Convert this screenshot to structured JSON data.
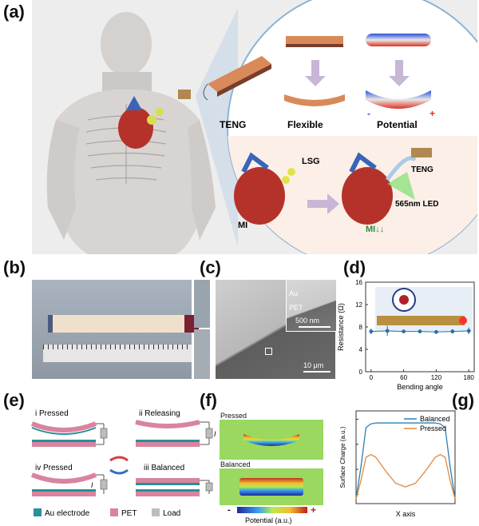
{
  "panel_labels": {
    "a": "(a)",
    "b": "(b)",
    "c": "(c)",
    "d": "(d)",
    "e": "(e)",
    "f": "(f)",
    "g": "(g)"
  },
  "panel_a": {
    "teng": "TENG",
    "flexible": "Flexible",
    "potential": "Potential",
    "minus": "-",
    "plus": "+",
    "lsg": "LSG",
    "mi": "MI",
    "teng2": "TENG",
    "led": "565nm LED",
    "mi_reduced": "MI↓↓"
  },
  "panel_c": {
    "au": "Au",
    "pet": "PET",
    "scale_inset": "500 nm",
    "scale_main": "10 μm"
  },
  "panel_e": {
    "s1": "i Pressed",
    "s2": "ii Releasing",
    "s3": "iii Balanced",
    "s4": "iv Pressed",
    "current": "I",
    "legend": [
      "Au electrode",
      "PET",
      "Load"
    ],
    "colors": {
      "au": "#2a8f9a",
      "pet": "#d9849e",
      "load": "#bdbdbd"
    }
  },
  "panel_f": {
    "pressed": "Pressed",
    "balanced": "Balanced",
    "colorbar_label": "Potential (a.u.)",
    "minus": "-",
    "plus": "+"
  },
  "chart_data": [
    {
      "type": "scatter",
      "panel": "d",
      "xlabel": "Bending angle",
      "ylabel": "Resistance (Ω)",
      "xlim": [
        -10,
        190
      ],
      "ylim": [
        0,
        16
      ],
      "xticks": [
        0,
        60,
        120,
        180
      ],
      "yticks": [
        0,
        4,
        8,
        12,
        16
      ],
      "x": [
        0,
        30,
        60,
        90,
        120,
        150,
        180
      ],
      "y": [
        7.2,
        7.3,
        7.2,
        7.2,
        7.1,
        7.2,
        7.3
      ],
      "err": [
        0.5,
        0.9,
        0.3,
        0.3,
        0.3,
        0.4,
        0.6
      ],
      "color": "#2a6fa8"
    },
    {
      "type": "line",
      "panel": "g",
      "xlabel": "X axis",
      "ylabel": "Surface Charge (a.u.)",
      "legend": [
        "Balanced",
        "Pressed"
      ],
      "legend_position": "top-right",
      "series": [
        {
          "name": "Balanced",
          "color": "#2a7fb5",
          "x": [
            0,
            0.05,
            0.1,
            0.15,
            0.2,
            0.3,
            0.4,
            0.5,
            0.6,
            0.7,
            0.8,
            0.85,
            0.9,
            0.95,
            1
          ],
          "y": [
            0.05,
            0.4,
            0.82,
            0.86,
            0.87,
            0.87,
            0.87,
            0.87,
            0.87,
            0.87,
            0.87,
            0.86,
            0.82,
            0.4,
            0.05
          ]
        },
        {
          "name": "Pressed",
          "color": "#e08a3c",
          "x": [
            0,
            0.05,
            0.1,
            0.15,
            0.2,
            0.3,
            0.4,
            0.5,
            0.6,
            0.7,
            0.8,
            0.85,
            0.9,
            0.95,
            1
          ],
          "y": [
            0.05,
            0.25,
            0.5,
            0.53,
            0.5,
            0.35,
            0.22,
            0.18,
            0.22,
            0.35,
            0.5,
            0.53,
            0.5,
            0.25,
            0.05
          ]
        }
      ]
    }
  ]
}
